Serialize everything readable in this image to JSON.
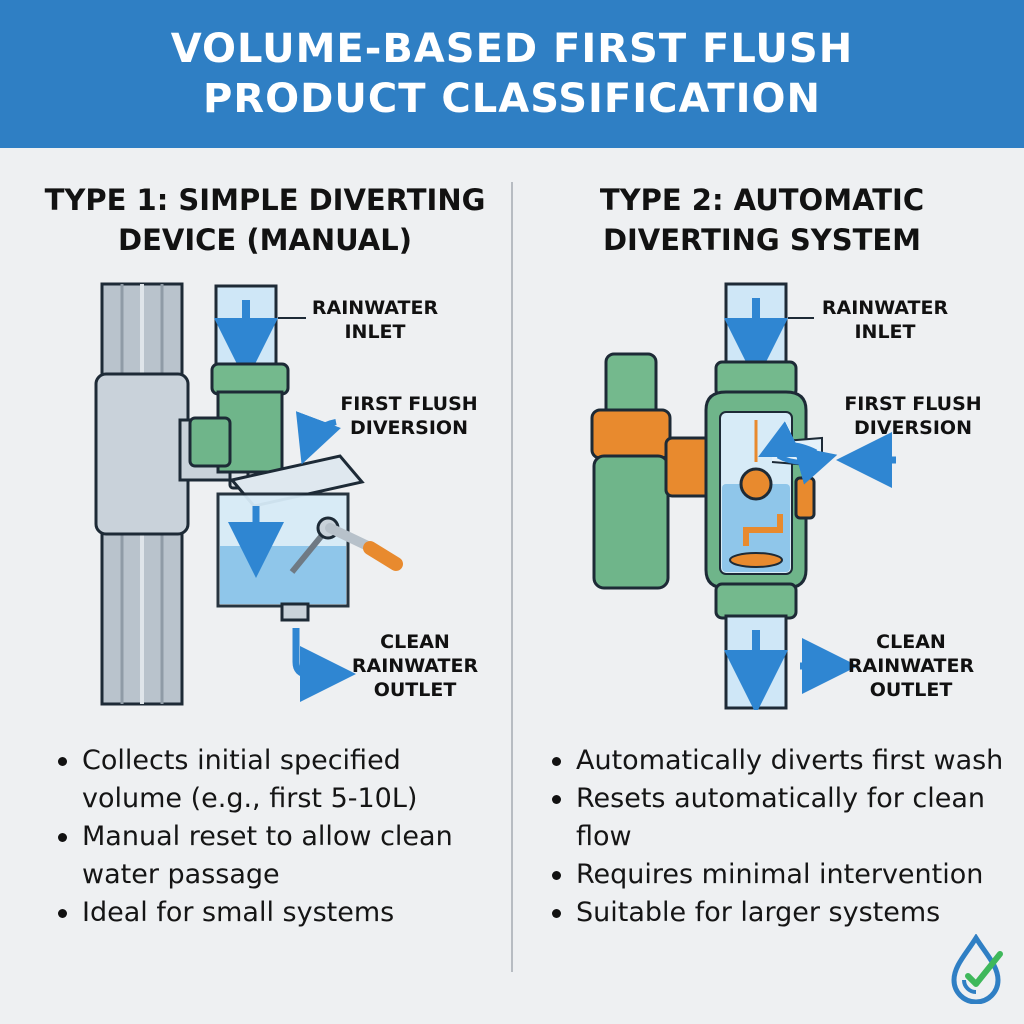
{
  "header": {
    "title_line1": "VOLUME-BASED FIRST FLUSH",
    "title_line2": "PRODUCT CLASSIFICATION"
  },
  "type1": {
    "title_line1": "TYPE 1: SIMPLE DIVERTING",
    "title_line2": "DEVICE (MANUAL)",
    "labels": {
      "inlet_line1": "RAINWATER",
      "inlet_line2": "INLET",
      "diversion_line1": "FIRST FLUSH",
      "diversion_line2": "DIVERSION",
      "outlet_line1": "CLEAN",
      "outlet_line2": "RAINWATER",
      "outlet_line3": "OUTLET"
    },
    "bullets": [
      "Collects initial specified volume (e.g., first 5-10L)",
      "Manual reset to allow clean water passage",
      "Ideal for small systems"
    ]
  },
  "type2": {
    "title_line1": "TYPE 2: AUTOMATIC",
    "title_line2": "DIVERTING SYSTEM",
    "labels": {
      "inlet_line1": "RAINWATER",
      "inlet_line2": "INLET",
      "diversion_line1": "FIRST FLUSH",
      "diversion_line2": "DIVERSION",
      "outlet_line1": "CLEAN",
      "outlet_line2": "RAINWATER",
      "outlet_line3": "OUTLET"
    },
    "bullets": [
      "Automatically diverts first wash",
      "Resets automatically for clean flow",
      "Requires minimal intervention",
      "Suitable for larger systems"
    ]
  },
  "colors": {
    "header_bg": "#2f7fc4",
    "pipe_green": "#6fb58a",
    "pipe_orange": "#e88a2e",
    "water_blue": "#8fc6ea",
    "arrow_blue": "#2f86d2"
  },
  "icons": {
    "logo": "water-drop-check-icon"
  }
}
